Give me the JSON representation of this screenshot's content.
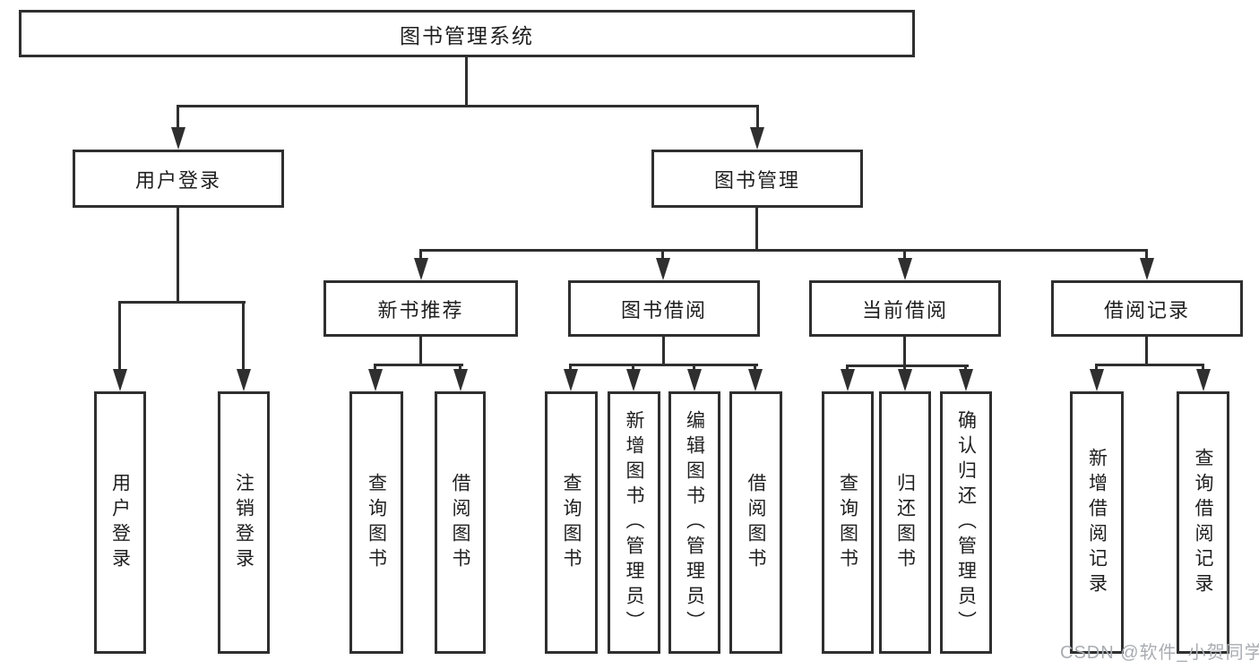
{
  "tree": {
    "root": {
      "label": "图书管理系统"
    },
    "level2": [
      {
        "label": "用户登录"
      },
      {
        "label": "图书管理"
      }
    ],
    "user_login_children": [
      {
        "label": "用户登录"
      },
      {
        "label": "注销登录"
      }
    ],
    "level3": [
      {
        "label": "新书推荐"
      },
      {
        "label": "图书借阅"
      },
      {
        "label": "当前借阅"
      },
      {
        "label": "借阅记录"
      }
    ],
    "new_book_children": [
      {
        "label": "查询图书"
      },
      {
        "label": "借阅图书"
      }
    ],
    "book_borrow_children": [
      {
        "label": "查询图书"
      },
      {
        "label": "新增图书（管理员）"
      },
      {
        "label": "编辑图书（管理员）"
      },
      {
        "label": "借阅图书"
      }
    ],
    "current_borrow_children": [
      {
        "label": "查询图书"
      },
      {
        "label": "归还图书"
      },
      {
        "label": "确认归还（管理员）"
      }
    ],
    "borrow_record_children": [
      {
        "label": "新增借阅记录"
      },
      {
        "label": "查询借阅记录"
      }
    ]
  },
  "watermark": {
    "text": "CSDN @软件_小贺同学"
  },
  "colors": {
    "line": "#2f2f2f",
    "text": "#1f1f1f",
    "watermark": "#a9adb2",
    "background": "#ffffff"
  }
}
